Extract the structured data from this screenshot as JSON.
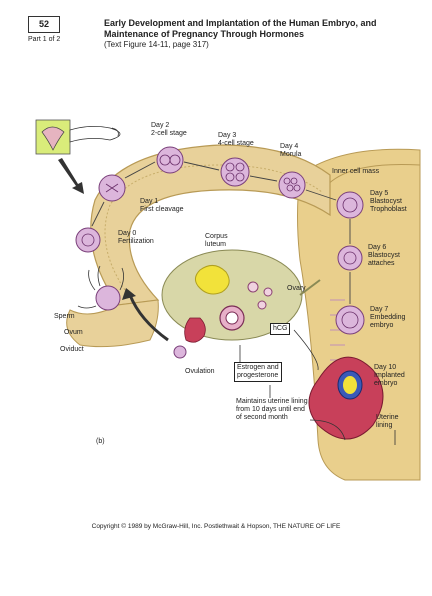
{
  "header": {
    "slide_number": "52",
    "part": "Part 1 of 2",
    "title": "Early Development and Implantation of the Human Embryo, and Maintenance of Pregnancy Through Hormones",
    "subtitle": "(Text Figure 14-11, page 317)"
  },
  "labels": {
    "day2": "Day 2",
    "day2b": "2-cell stage",
    "day3": "Day 3",
    "day3b": "4-cell stage",
    "day4": "Day 4",
    "day4b": "Morula",
    "inner_cell_mass": "Inner cell mass",
    "day5": "Day 5",
    "day5b": "Blastocyst",
    "trophoblast": "Trophoblast",
    "day1": "Day 1",
    "day1b": "First cleavage",
    "day0": "Day 0",
    "fertilization": "Fertilization",
    "corpus": "Corpus",
    "luteum": "luteum",
    "ovary": "Ovary",
    "day6": "Day 6",
    "day6b": "Blastocyst",
    "day6c": "attaches",
    "day7": "Day 7",
    "day7b": "Embedding",
    "day7c": "embryo",
    "sperm": "Sperm",
    "ovum": "Ovum",
    "oviduct": "Oviduct",
    "ovulation": "Ovulation",
    "hcg": "hCG",
    "estrogen1": "Estrogen and",
    "estrogen2": "progesterone",
    "maintains1": "Maintains uterine lining",
    "maintains2": "from 10 days until end",
    "maintains3": "of second month",
    "day10": "Day 10",
    "day10b": "Implanted",
    "day10c": "embryo",
    "uterine": "Uterine",
    "lining": "lining",
    "figure_mark": "(b)"
  },
  "footer": "Copyright © 1989 by McGraw-Hill, Inc. Postlethwait & Hopson, THE NATURE OF LIFE",
  "colors": {
    "tube": "#e8d19a",
    "tube_edge": "#b89a55",
    "uterus": "#e9cf8c",
    "ovary": "#d8d7a8",
    "cell": "#dcb6dc",
    "cell_edge": "#7a3f7a",
    "corpus": "#f2e23a",
    "embryo_red": "#c8405a",
    "implant_blue": "#3a5ab8",
    "pink": "#e7b0c8"
  }
}
